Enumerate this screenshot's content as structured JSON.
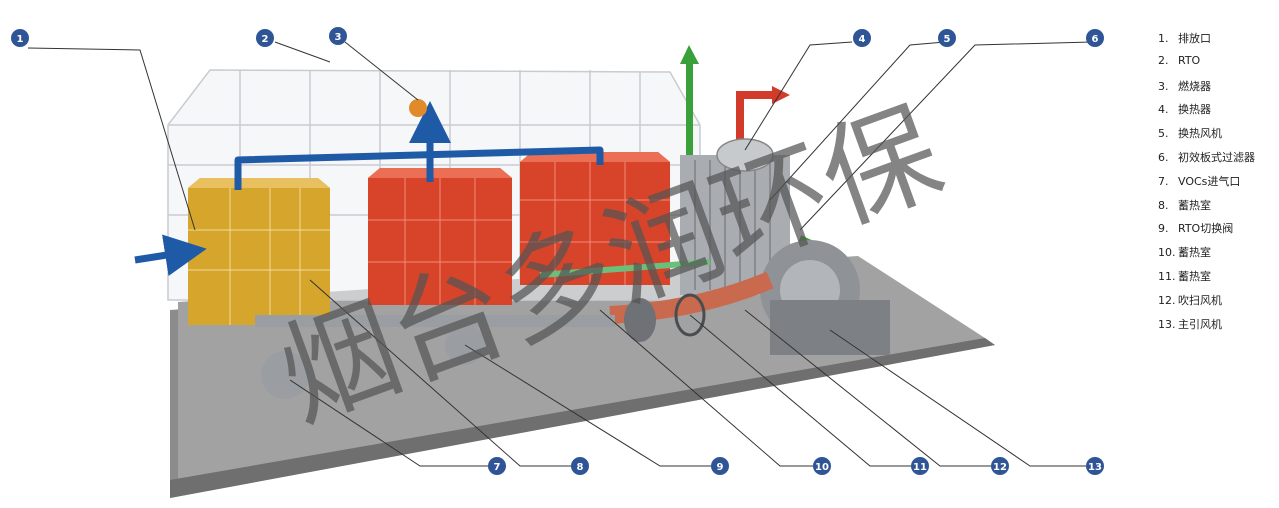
{
  "colors": {
    "callout": "#2f5597",
    "floor": "#8c8c8c",
    "floor_top": "#a5a5a5",
    "enclosure": "#bfc3c8",
    "adsorber": "#d6a52c",
    "rto": "#d8442a",
    "pipe_blue": "#1f5aa6",
    "arrow_green": "#3aa13a",
    "arrow_red": "#d23a2a",
    "fan_grey": "#8f9296",
    "watermark": "#555555"
  },
  "callouts": [
    {
      "number": "1"
    },
    {
      "number": "2"
    },
    {
      "number": "3"
    },
    {
      "number": "4"
    },
    {
      "number": "5"
    },
    {
      "number": "6"
    },
    {
      "number": "7"
    },
    {
      "number": "8"
    },
    {
      "number": "9"
    },
    {
      "number": "10"
    },
    {
      "number": "11"
    },
    {
      "number": "12"
    },
    {
      "number": "13"
    }
  ],
  "legend": [
    {
      "index": "1.",
      "label": "排放口"
    },
    {
      "index": "2.",
      "label": "RTO"
    },
    {
      "index": "3.",
      "label": "燃烧器"
    },
    {
      "index": "4.",
      "label": "换热器"
    },
    {
      "index": "5.",
      "label": "换热风机"
    },
    {
      "index": "6.",
      "label": "初效板式过滤器"
    },
    {
      "index": "7.",
      "label": "VOCs进气口"
    },
    {
      "index": "8.",
      "label": "蓄热室"
    },
    {
      "index": "9.",
      "label": "RTO切换阀"
    },
    {
      "index": "10.",
      "label": "蓄热室"
    },
    {
      "index": "11.",
      "label": "蓄热室"
    },
    {
      "index": "12.",
      "label": "吹扫风机"
    },
    {
      "index": "13.",
      "label": "主引风机"
    }
  ],
  "watermark": {
    "text": "烟台多润环保"
  }
}
